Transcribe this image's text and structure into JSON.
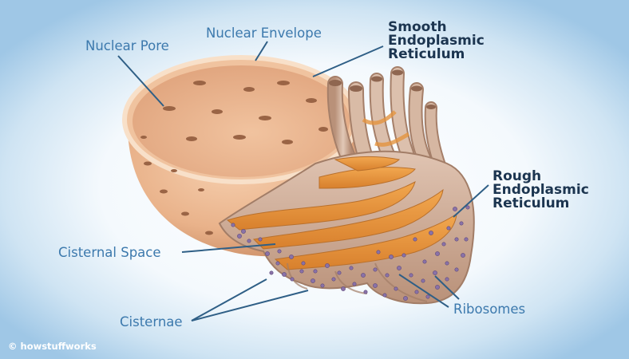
{
  "labels": {
    "nuclear_pore": "Nuclear Pore",
    "nuclear_envelope": "Nuclear Envelope",
    "smooth_er": [
      "Smooth",
      "Endoplasmic",
      "Reticulum"
    ],
    "rough_er": [
      "Rough",
      "Endoplasmic",
      "Reticulum"
    ],
    "cisternal_space": "Cisternal Space",
    "cisternae": "Cisternae",
    "ribosomes": "Ribosomes"
  },
  "credit": "© howstuffworks",
  "colors": {
    "label_light": "#3c79ad",
    "label_bold": "#1c3550",
    "leader_line": "#2f5f86",
    "nucleus": "#e8b48d",
    "er_membrane": "#ccab96",
    "lumen": "#e4933f",
    "ribosome": "#8a72a8"
  }
}
